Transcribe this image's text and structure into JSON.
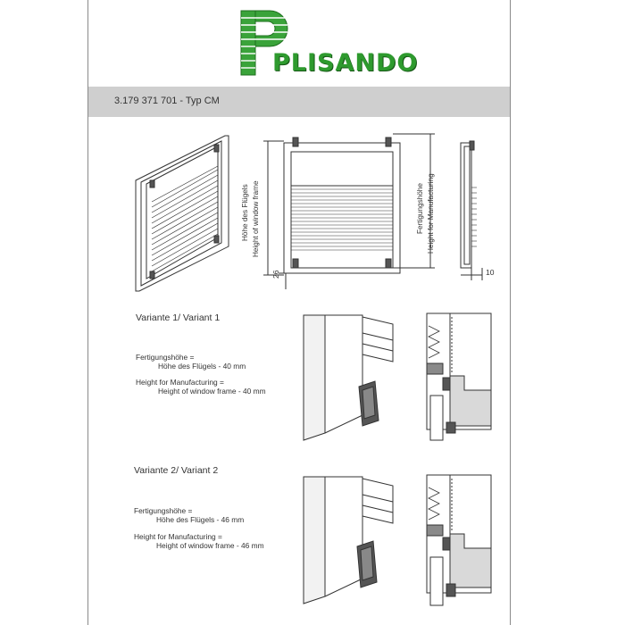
{
  "logo": {
    "text": "PLISANDO",
    "colors": {
      "green": "#3aa33a",
      "dark_green": "#1e6f1e"
    }
  },
  "header": {
    "product_line": "3.179 371 701 - Typ CM"
  },
  "overview": {
    "left_height_label_de": "Höhe des Flügels",
    "left_height_label_en": "Height of window frame",
    "right_height_label_de": "Fertigungshöhe",
    "right_height_label_en": "Height for Manufacturing",
    "dim_bottom": "26",
    "dim_side": "10"
  },
  "variant1": {
    "title": "Variante 1/ Variant 1",
    "line1": "Fertigungshöhe =",
    "line2": "Höhe des Flügels - 40 mm",
    "line3": "Height for Manufacturing =",
    "line4": "Height of window frame - 40 mm"
  },
  "variant2": {
    "title": "Variante 2/ Variant 2",
    "line1": "Fertigungshöhe =",
    "line2": "Höhe des Flügels - 46 mm",
    "line3": "Height for Manufacturing =",
    "line4": "Height of window frame - 46 mm"
  }
}
